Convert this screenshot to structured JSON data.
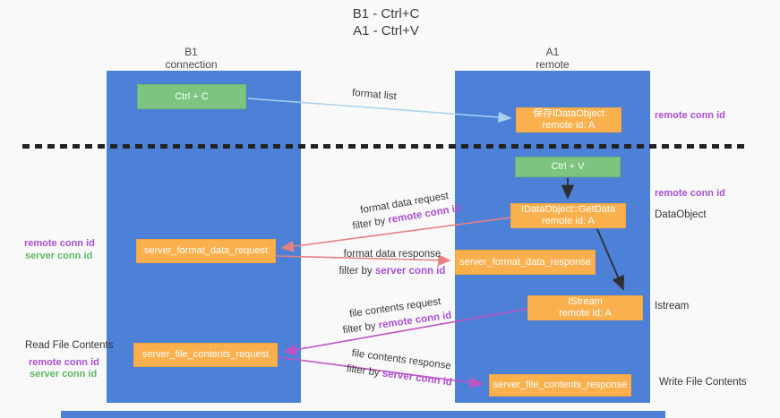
{
  "title": {
    "line1": "B1 - Ctrl+C",
    "line2": "A1 - Ctrl+V"
  },
  "lifelines": {
    "left": {
      "name": "B1",
      "role": "connection"
    },
    "right": {
      "name": "A1",
      "role": "remote"
    }
  },
  "nodes": {
    "ctrl_c": {
      "label": "Ctrl + C"
    },
    "ctrl_v": {
      "label": "Ctrl + V"
    },
    "save_idataobject": {
      "line1": "保存IDataObject",
      "line2": "remote id: A"
    },
    "idataobject_getdata": {
      "line1": "IDataObject::GetData",
      "line2": "remote id: A"
    },
    "istream": {
      "line1": "IStream",
      "line2": "remote id: A"
    },
    "server_format_data_request": {
      "label": "server_format_data_request"
    },
    "server_format_data_response": {
      "label": "server_format_data_response"
    },
    "server_file_contents_request": {
      "label": "server_file_contents_request"
    },
    "server_file_contents_response": {
      "label": "server_file_contents_response"
    }
  },
  "edge_labels": {
    "format_list": {
      "text": "format list"
    },
    "format_data_request": {
      "line1": "format data request",
      "filter_prefix": "filter by ",
      "filter_key": "remote conn id"
    },
    "format_data_response": {
      "line1": "format data response",
      "filter_prefix": "filter by ",
      "filter_key": "server conn id"
    },
    "file_contents_request": {
      "line1": "file contents request",
      "filter_prefix": "filter by ",
      "filter_key": "remote conn id"
    },
    "file_contents_response": {
      "line1": "file contents response",
      "filter_prefix": "filter by ",
      "filter_key": "server conn id"
    }
  },
  "annotations": {
    "right_remote_conn_id_top": "remote conn id",
    "right_remote_conn_id_mid": "remote conn id",
    "right_dataobject": "DataObject",
    "right_istream": "Istream",
    "right_write_file_contents": "Write File Contents",
    "left_remote_conn_id_mid": "remote conn id",
    "left_server_conn_id_mid": "server conn id",
    "left_read_file_contents": "Read File Contents",
    "left_remote_conn_id_bottom": "remote conn id",
    "left_server_conn_id_bottom": "server conn id"
  },
  "colors": {
    "lifeline_blue": "#4d81d7",
    "node_green": "#7cc47f",
    "node_orange": "#fbb04e",
    "arrow_light_blue": "#a8d2ef",
    "arrow_salmon": "#e87f7f",
    "arrow_magenta": "#c253c2",
    "arrow_black": "#2f2f2f",
    "conn_id_purple": "#ab4fd3",
    "conn_id_green": "#5cb860"
  }
}
